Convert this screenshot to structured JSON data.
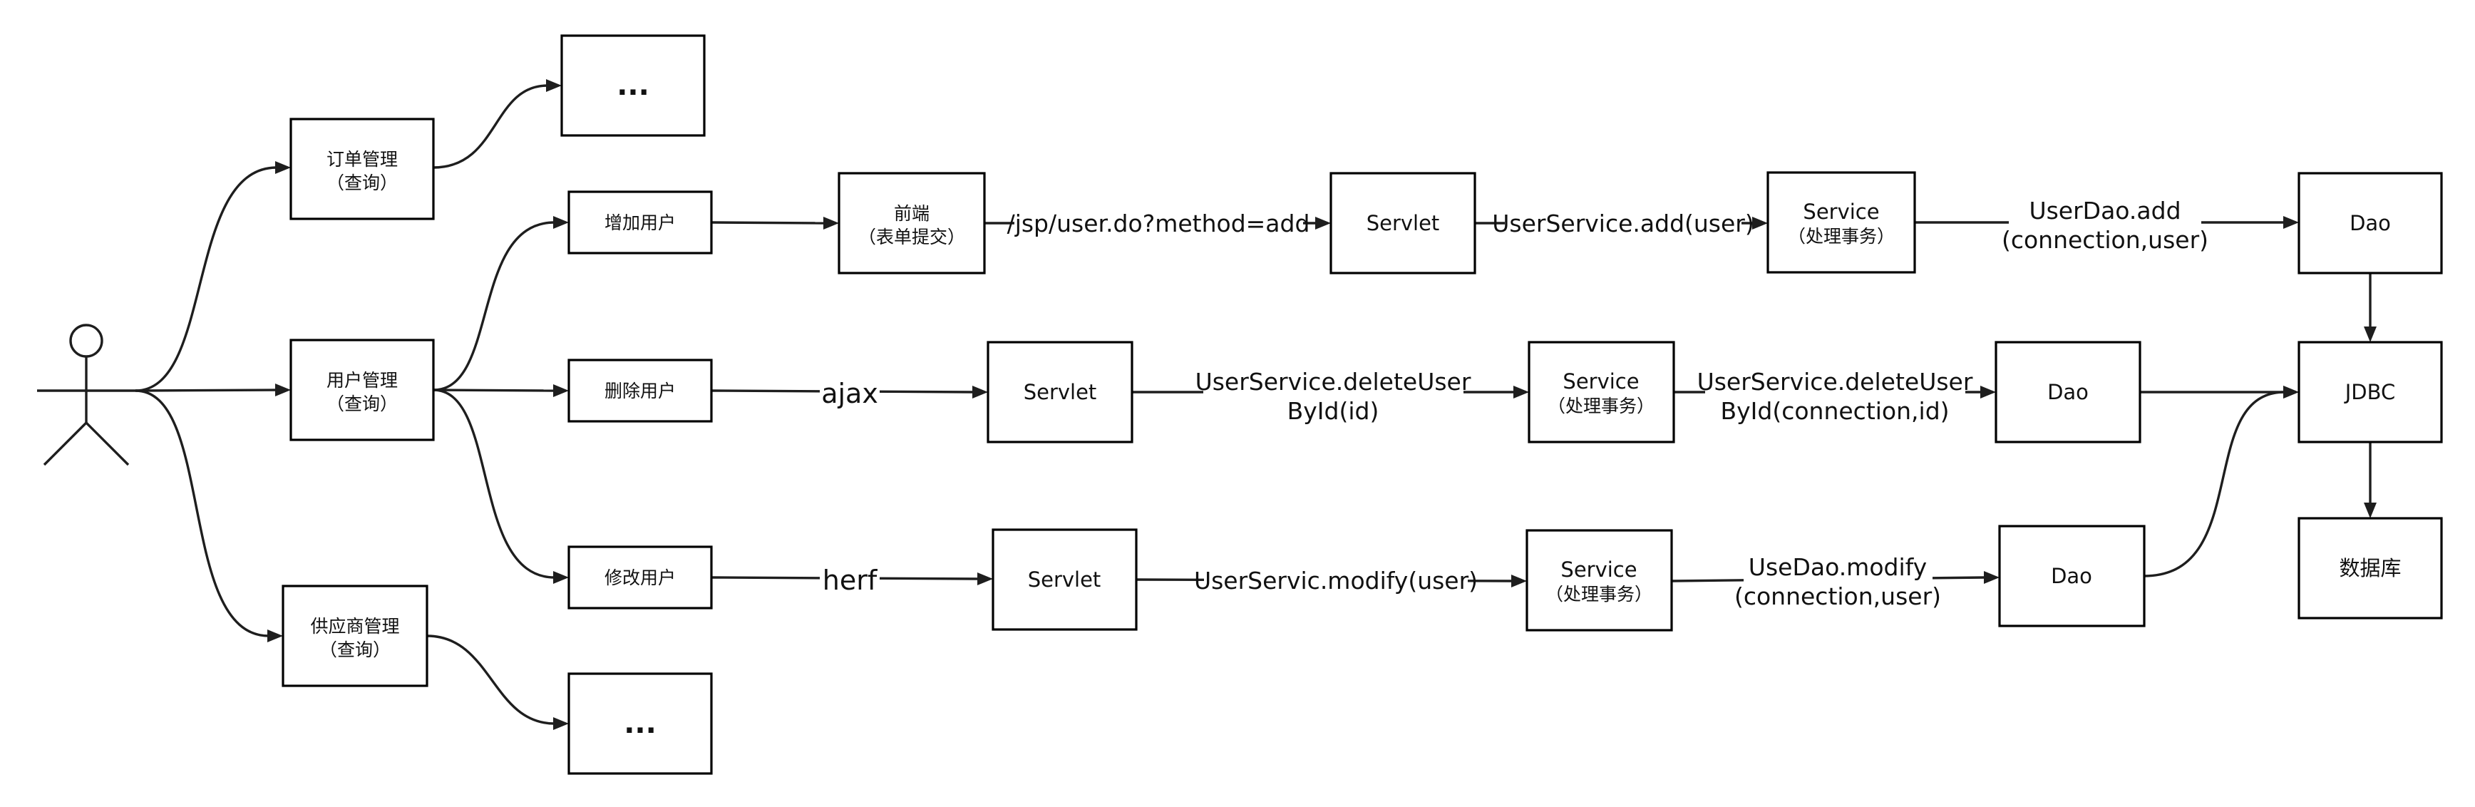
{
  "nodes": {
    "order_mgmt": {
      "line1": "订单管理",
      "line2": "（查询）"
    },
    "order_more": {
      "text": "..."
    },
    "user_mgmt": {
      "line1": "用户管理",
      "line2": "（查询）"
    },
    "supplier_mgmt": {
      "line1": "供应商管理",
      "line2": "（查询）"
    },
    "supplier_more": {
      "text": "..."
    },
    "add_user": {
      "text": "增加用户"
    },
    "delete_user": {
      "text": "删除用户"
    },
    "modify_user": {
      "text": "修改用户"
    },
    "frontend": {
      "line1": "前端",
      "line2": "（表单提交）"
    },
    "servlet_add": {
      "text": "Servlet"
    },
    "servlet_delete": {
      "text": "Servlet"
    },
    "servlet_modify": {
      "text": "Servlet"
    },
    "service_add": {
      "line1": "Service",
      "line2": "（处理事务）"
    },
    "service_delete": {
      "line1": "Service",
      "line2": "（处理事务）"
    },
    "service_modify": {
      "line1": "Service",
      "line2": "（处理事务）"
    },
    "dao_add": {
      "text": "Dao"
    },
    "dao_delete": {
      "text": "Dao"
    },
    "dao_modify": {
      "text": "Dao"
    },
    "jdbc": {
      "text": "JDBC"
    },
    "database": {
      "text": "数据库"
    }
  },
  "edge_labels": {
    "add_request": "/jsp/user.do?method=add",
    "add_service_call": "UserService.add(user)",
    "add_dao_call": {
      "line1": "UserDao.add",
      "line2": "(connection,user)"
    },
    "delete_request": "ajax",
    "delete_service_call": {
      "line1": "UserService.deleteUser",
      "line2": "ById(id)"
    },
    "delete_dao_call": {
      "line1": "UserService.deleteUser",
      "line2": "ById(connection,id)"
    },
    "modify_request": "herf",
    "modify_service_call": "UserServic.modify(user)",
    "modify_dao_call": {
      "line1": "UseDao.modify",
      "line2": "(connection,user)"
    }
  }
}
